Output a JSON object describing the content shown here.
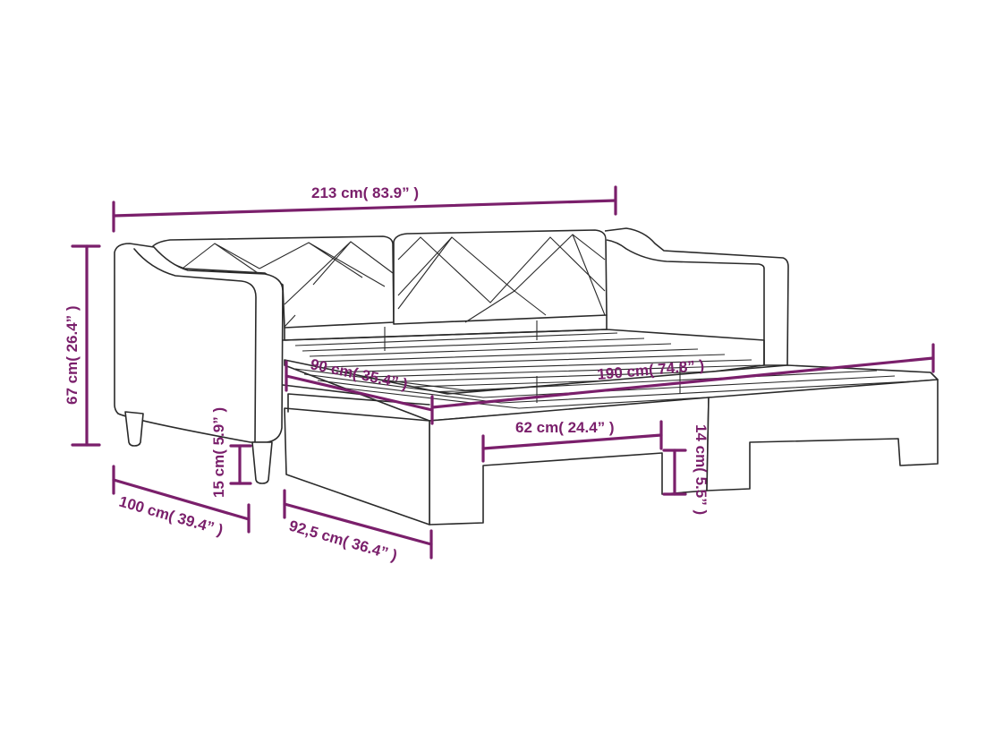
{
  "colors": {
    "dimension": "#7a1f6b",
    "outline": "#2a2a2a",
    "background": "#ffffff"
  },
  "dimensions": {
    "total_width": "213 cm( 83.9” )",
    "total_height": "67 cm( 26.4” )",
    "depth": "100 cm( 39.4” )",
    "leg_height": "15 cm( 5.9” )",
    "trundle_depth": "92,5 cm( 36.4” )",
    "mattress_width": "90 cm( 35.4” )",
    "mattress_length": "190 cm( 74.8” )",
    "trundle_leg_span": "62 cm( 24.4” )",
    "trundle_height": "14 cm( 5.5” )"
  }
}
